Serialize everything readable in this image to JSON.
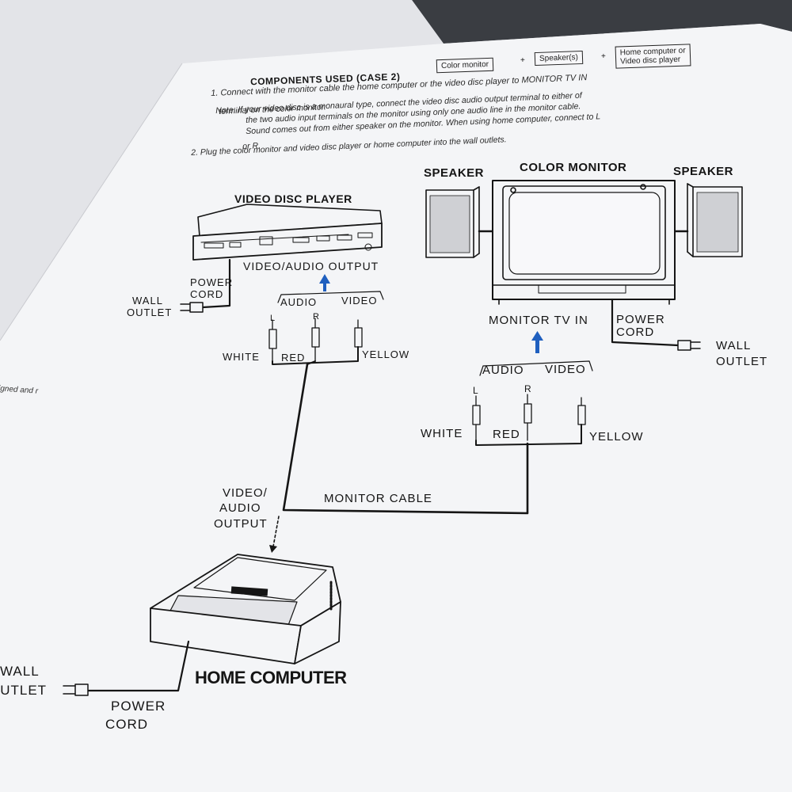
{
  "header": {
    "title": "COMPONENTS USED (CASE 2)",
    "components": [
      "Color monitor",
      "Speaker(s)",
      "Home computer or\nVideo disc player"
    ],
    "plus": "+"
  },
  "instructions": [
    "1. Connect with the monitor cable the home computer or the video disc player to MONITOR TV IN",
    "terminal on the color monitor.",
    "Note:  If your video disc is a monaural type, connect the video disc audio output terminal to either of",
    "the two audio input terminals on the monitor using only one audio line in the monitor cable.",
    "Sound comes out from either speaker on the monitor. When using home computer, connect to L",
    "or R.",
    "2. Plug the color monitor and video disc player or home computer into the wall outlets."
  ],
  "diagram": {
    "speaker_left": "SPEAKER",
    "color_monitor": "COLOR MONITOR",
    "speaker_right": "SPEAKER",
    "video_disc_player": "VIDEO DISC PLAYER",
    "vdp_output": "VIDEO/AUDIO OUTPUT",
    "vdp_power_cord_1": "POWER",
    "vdp_power_cord_2": "CORD",
    "vdp_wall_1": "WALL",
    "vdp_wall_2": "OUTLET",
    "audio": "AUDIO",
    "video": "VIDEO",
    "plug_l": "L",
    "plug_r": "R",
    "white": "WHITE",
    "red": "RED",
    "yellow": "YELLOW",
    "monitor_tv_in": "MONITOR TV IN",
    "mon_power_cord_1": "POWER",
    "mon_power_cord_2": "CORD",
    "mon_wall_1": "WALL",
    "mon_wall_2": "OUTLET",
    "monitor_audio": "AUDIO",
    "monitor_video": "VIDEO",
    "monitor_l": "L",
    "monitor_r": "R",
    "monitor_white": "WHITE",
    "monitor_red": "RED",
    "monitor_yellow": "YELLOW",
    "monitor_cable": "MONITOR CABLE",
    "hc_output_1": "VIDEO/",
    "hc_output_2": "AUDIO",
    "hc_output_3": "OUTPUT",
    "home_computer": "HOME COMPUTER",
    "hc_wall_1": "WALL",
    "hc_wall_2": "OUTLET",
    "hc_power_cord_1": "POWER",
    "hc_power_cord_2": "CORD"
  },
  "left_page_fragment": "igned and r",
  "colors": {
    "arrow": "#1f5fbf",
    "ink": "#151515",
    "paper": "#f4f5f7"
  }
}
